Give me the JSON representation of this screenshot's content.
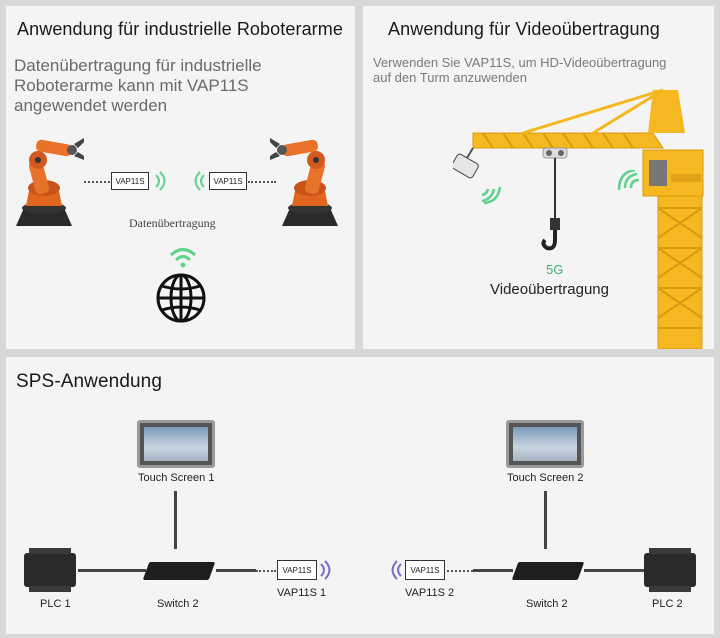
{
  "robot_panel": {
    "title": "Anwendung für industrielle Roboterarme",
    "description_line1": "Datenübertragung für industrielle",
    "description_line2": "Roboterarme kann mit VAP11S",
    "description_line3": "angewendet werden",
    "device_left": "VAP11S",
    "device_right": "VAP11S",
    "transfer_label": "Datenübertragung"
  },
  "video_panel": {
    "title": "Anwendung für Videoübertragung",
    "description_line1": "Verwenden Sie VAP11S, um HD-Videoübertragung",
    "description_line2": "auf den Turm anzuwenden",
    "band_label": "5G",
    "video_label": "Videoübertragung"
  },
  "sps_panel": {
    "title": "SPS-Anwendung",
    "touch_screen_1": "Touch Screen 1",
    "touch_screen_2": "Touch Screen 2",
    "plc_1": "PLC 1",
    "plc_2": "PLC 2",
    "switch_left": "Switch 2",
    "switch_right": "Switch 2",
    "vap_left_box": "VAP11S",
    "vap_left_label": "VAP11S 1",
    "vap_right_box": "VAP11S",
    "vap_right_label": "VAP11S 2"
  },
  "colors": {
    "robot_orange": "#e0661e",
    "crane_yellow": "#f5b820",
    "wifi_green": "#5fd18a",
    "wifi_purple": "#7b6cc4",
    "band_green": "#3cb371"
  }
}
